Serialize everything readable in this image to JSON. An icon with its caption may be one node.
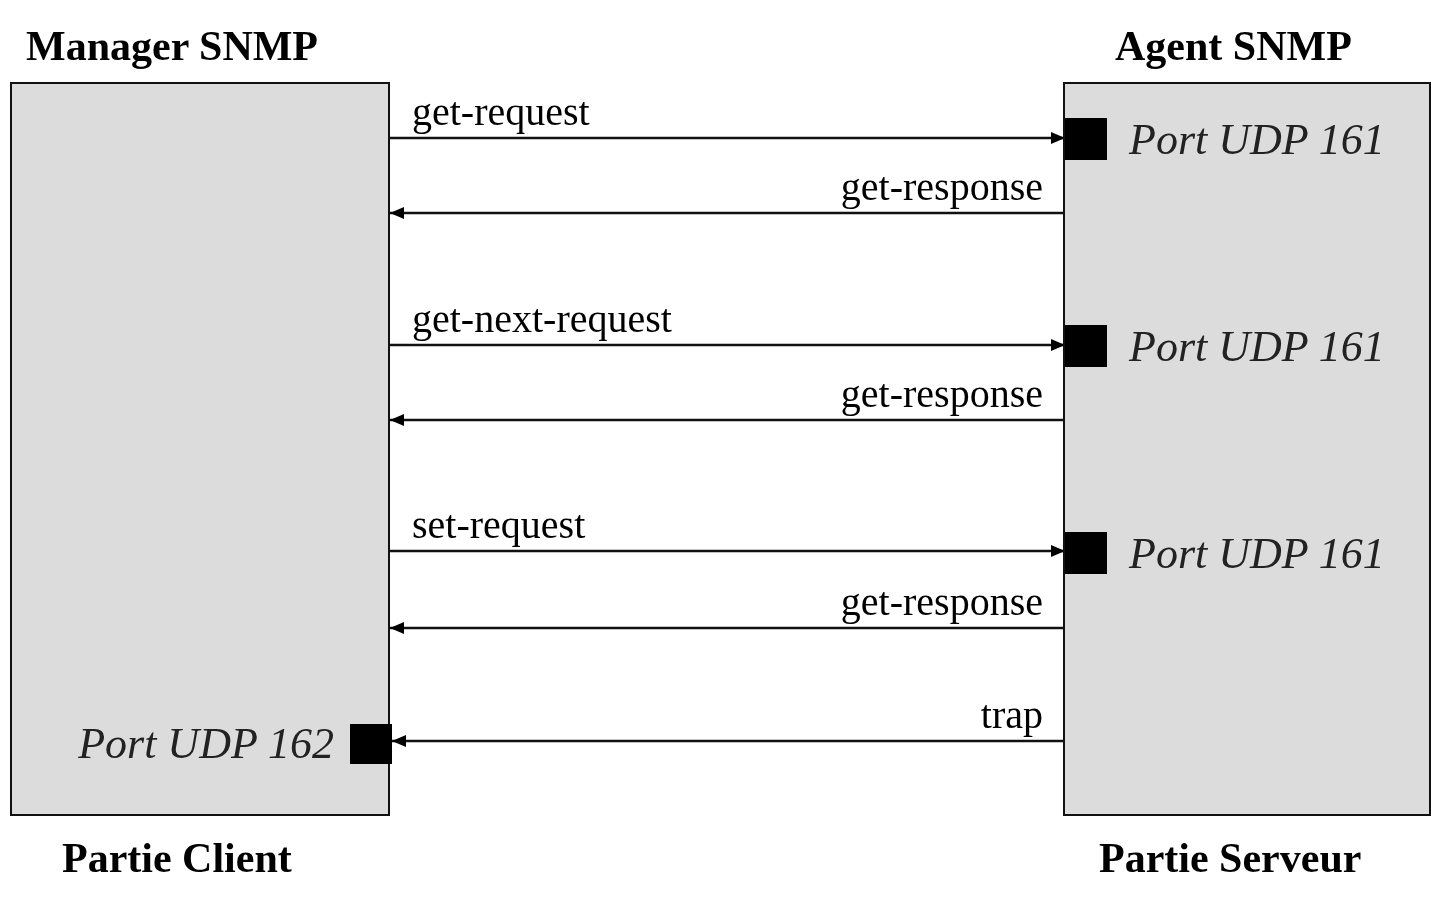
{
  "diagram": {
    "nodes": [
      {
        "text": [
          "Manager SNMP"
        ],
        "beside": [
          "Partie Client"
        ]
      },
      {
        "text": [
          "Agent SNMP"
        ],
        "beside": [
          "Partie Serveur"
        ]
      },
      {
        "text": [],
        "shape": "box",
        "in": 1,
        "beside": [
          "Port UDP 161"
        ]
      },
      {
        "text": [],
        "shape": "box",
        "in": 1,
        "beside": [
          "Port UDP 161"
        ]
      },
      {
        "text": [],
        "shape": "box",
        "in": 1,
        "beside": [
          "Port UDP 161"
        ]
      },
      {
        "text": [],
        "shape": "box",
        "in": 0,
        "beside": [
          "Port UDP 162"
        ]
      }
    ],
    "edges": [
      {
        "from": 0,
        "to": 2,
        "arrow": "to",
        "label": "get-request"
      },
      {
        "from": 1,
        "to": 0,
        "arrow": "to",
        "label": "get-response"
      },
      {
        "from": 0,
        "to": 3,
        "arrow": "to",
        "label": "get-next-request"
      },
      {
        "from": 1,
        "to": 0,
        "arrow": "to",
        "label": "get-response"
      },
      {
        "from": 0,
        "to": 4,
        "arrow": "to",
        "label": "set-request"
      },
      {
        "from": 1,
        "to": 0,
        "arrow": "to",
        "label": "get-response"
      },
      {
        "from": 1,
        "to": 5,
        "arrow": "to",
        "label": "trap"
      }
    ]
  }
}
